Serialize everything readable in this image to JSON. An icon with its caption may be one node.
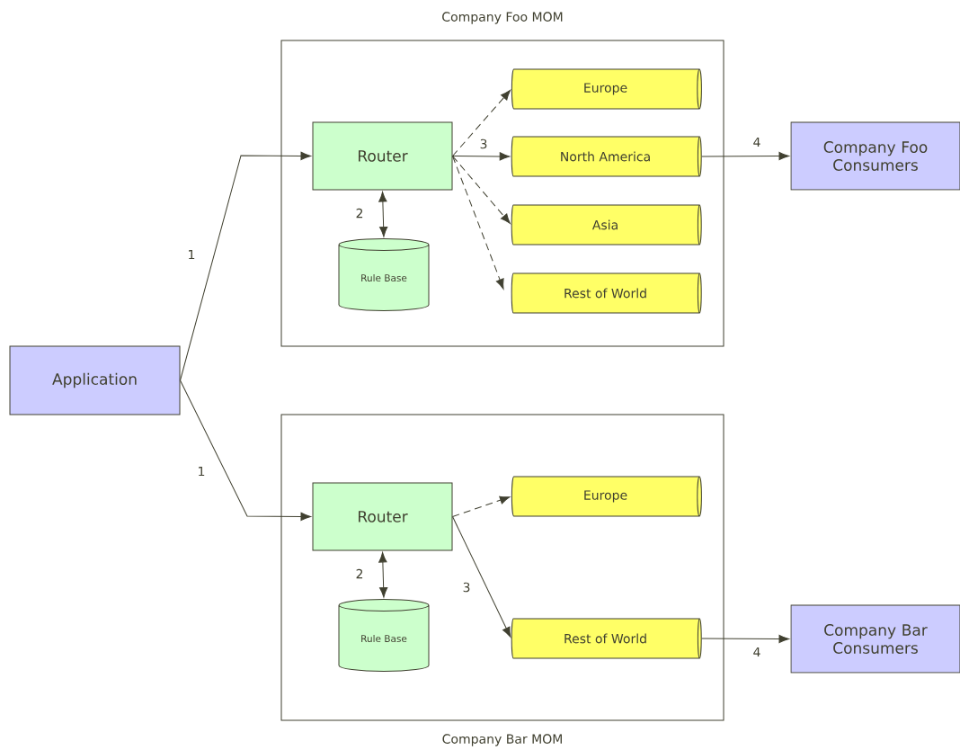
{
  "diagram": {
    "nodes": [
      {
        "text": [
          "Application"
        ]
      },
      {
        "text": [
          "Company Foo MOM"
        ]
      },
      {
        "text": [
          "Router"
        ],
        "in": 1
      },
      {
        "text": [
          "Rule Base"
        ],
        "in": 1
      },
      {
        "text": [
          "Europe"
        ],
        "in": 1
      },
      {
        "text": [
          "North America"
        ],
        "in": 1
      },
      {
        "text": [
          "Asia"
        ],
        "in": 1
      },
      {
        "text": [
          "Rest of World"
        ],
        "in": 1
      },
      {
        "text": [
          "Company Foo Consumers"
        ]
      },
      {
        "text": [
          "Company Bar MOM"
        ]
      },
      {
        "text": [
          "Router"
        ],
        "in": 9
      },
      {
        "text": [
          "Rule Base"
        ],
        "in": 9
      },
      {
        "text": [
          "Europe"
        ],
        "in": 9
      },
      {
        "text": [
          "Rest of World"
        ],
        "in": 9
      },
      {
        "text": [
          "Company Bar Consumers"
        ]
      }
    ],
    "edges": [
      {
        "from": 0,
        "to": 2,
        "arrow": "to",
        "label": "1"
      },
      {
        "from": 2,
        "to": 3,
        "arrow": "both",
        "label": "2"
      },
      {
        "from": 2,
        "to": 4,
        "arrow": "to",
        "style": "dashed"
      },
      {
        "from": 2,
        "to": 5,
        "arrow": "to",
        "label": "3"
      },
      {
        "from": 2,
        "to": 6,
        "arrow": "to",
        "style": "dashed"
      },
      {
        "from": 2,
        "to": 7,
        "arrow": "to",
        "style": "dashed"
      },
      {
        "from": 5,
        "to": 8,
        "arrow": "to",
        "label": "4"
      },
      {
        "from": 0,
        "to": 10,
        "arrow": "to",
        "label": "1"
      },
      {
        "from": 10,
        "to": 11,
        "arrow": "both",
        "label": "2"
      },
      {
        "from": 10,
        "to": 12,
        "arrow": "to",
        "style": "dashed"
      },
      {
        "from": 10,
        "to": 13,
        "arrow": "to",
        "label": "3"
      },
      {
        "from": 13,
        "to": 14,
        "arrow": "to",
        "label": "4"
      }
    ]
  }
}
